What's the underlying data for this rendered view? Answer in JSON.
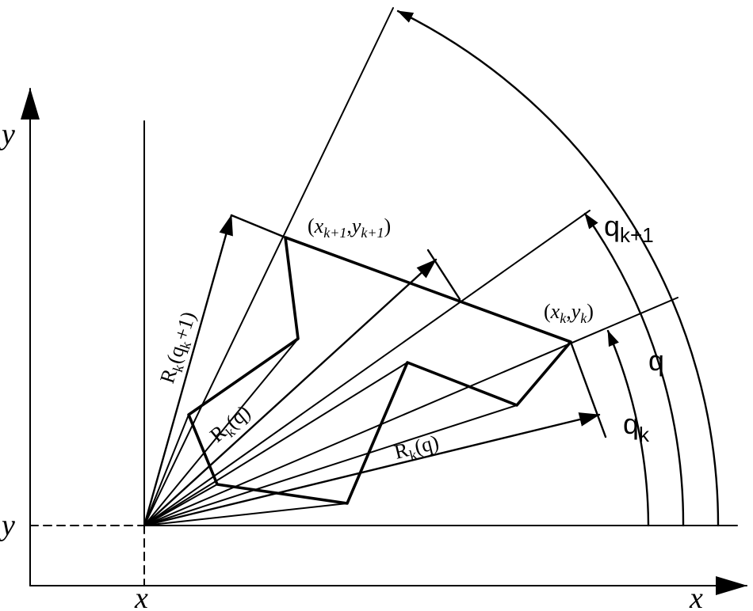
{
  "axes": {
    "outer_x_label": "x",
    "outer_y_label": "y",
    "origin_x_label": "x",
    "origin_y_label": "y"
  },
  "points": {
    "pk_x": "x",
    "pk_x_sub": "k",
    "pk_sep": ",",
    "pk_y": "y",
    "pk_y_sub": "k",
    "pk1_x": "x",
    "pk1_x_sub": "k+1",
    "pk1_sep": ",",
    "pk1_y": "y",
    "pk1_y_sub": "k+1"
  },
  "radii": {
    "r_main": "R",
    "r_main_sub": "k",
    "r_main_arg": "(q)",
    "r_inner": "R",
    "r_inner_sub": "k",
    "r_inner_arg": "(q)",
    "r_next": "R",
    "r_next_sub": "k",
    "r_next_arg_open": "(q",
    "r_next_arg_sub": "k",
    "r_next_arg_close": "+1)"
  },
  "angles": {
    "q_k": "q",
    "q_k_sub": "k",
    "q": "q",
    "q_next": "q",
    "q_next_sub": "k+1"
  }
}
